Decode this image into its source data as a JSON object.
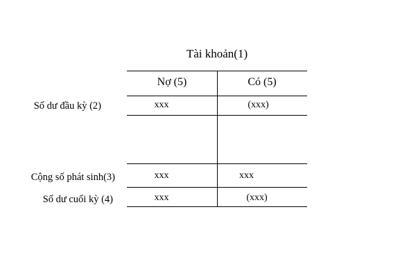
{
  "title": "Tài khoản(1)",
  "columns": {
    "debit": "Nợ (5)",
    "credit": "Có (5)"
  },
  "rows": {
    "opening": {
      "label": "Số dư đầu kỳ (2)",
      "debit": "xxx",
      "credit": "(xxx)"
    },
    "movement": {
      "label": "Cộng số phát sinh(3)",
      "debit": "xxx",
      "credit": "xxx"
    },
    "closing": {
      "label": "Số dư cuối kỳ (4)",
      "debit": "xxx",
      "credit": "(xxx)"
    }
  }
}
